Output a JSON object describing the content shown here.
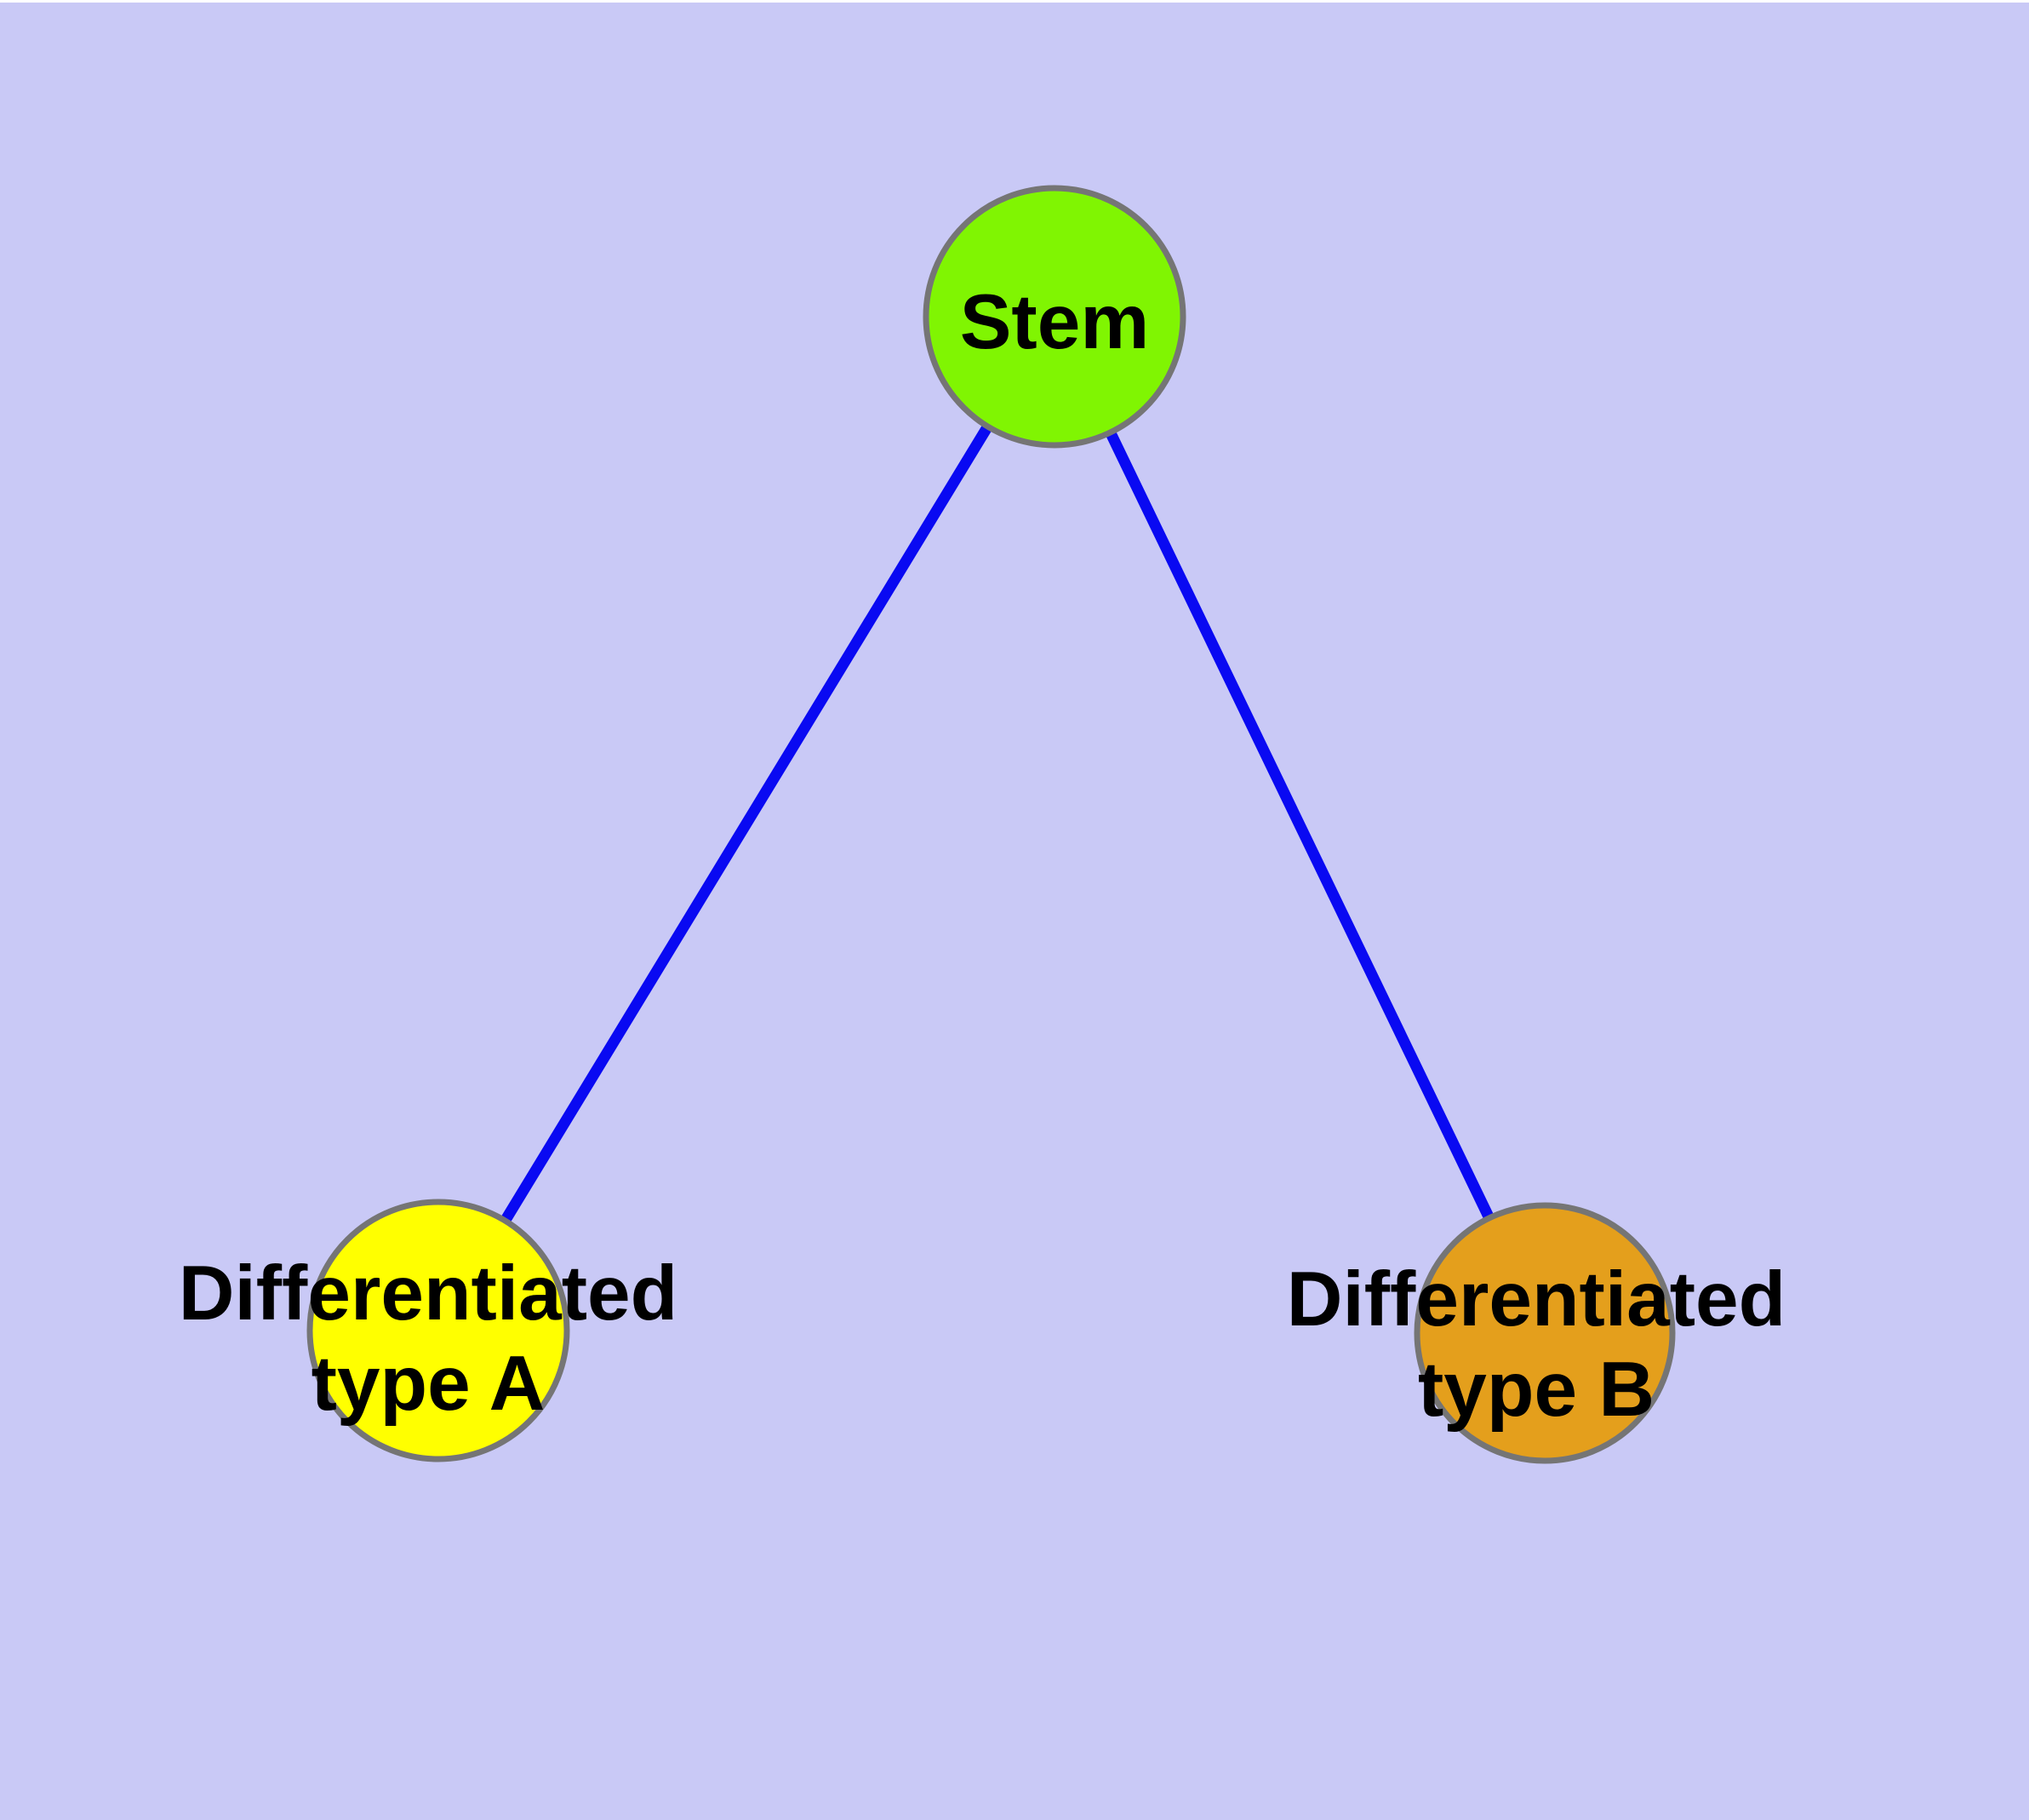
{
  "diagram": {
    "type": "node-link-graph",
    "background_color": "#c9c9f6",
    "top_strip_color": "#ffffff",
    "edge_color": "#0909f2",
    "node_border_color": "#757575",
    "label_color": "#000000",
    "nodes": {
      "stem": {
        "label": "Stem",
        "fill": "#80f502"
      },
      "type_a": {
        "label": "Differentiated type A",
        "label_line1": "Differentiated",
        "label_line2": "type A",
        "fill": "#ffff00"
      },
      "type_b": {
        "label": "Differentiated type B",
        "label_line1": "Differentiated",
        "label_line2": "type B",
        "fill": "#e49f1c"
      }
    },
    "edges": [
      {
        "from": "Stem",
        "to": "Differentiated type A"
      },
      {
        "from": "Stem",
        "to": "Differentiated type B"
      }
    ]
  }
}
